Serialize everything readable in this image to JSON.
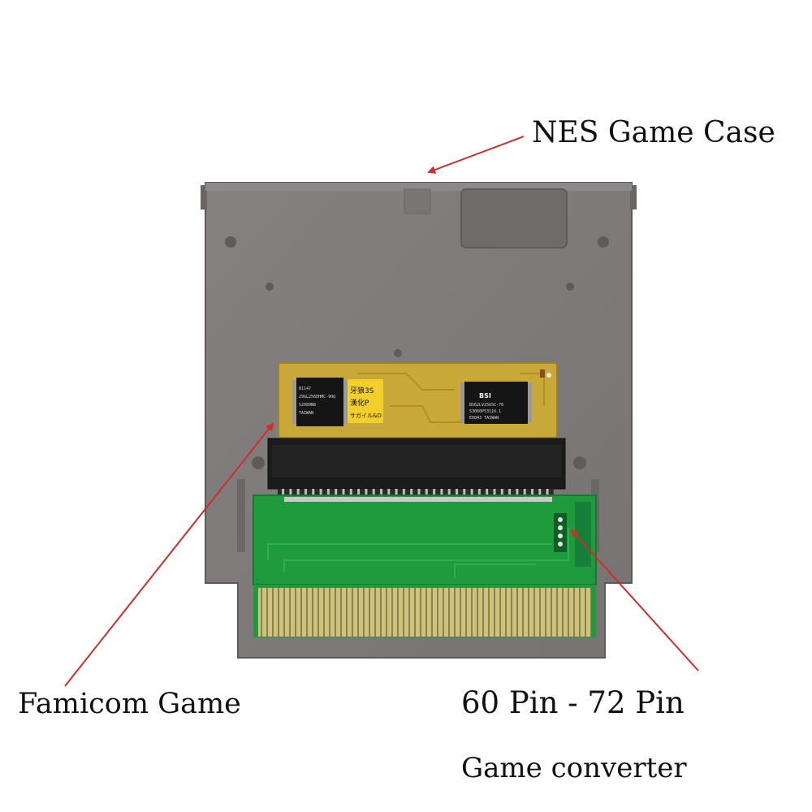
{
  "labels": {
    "nes_case": "NES Game Case",
    "famicom_game": "Famicom Game",
    "pin_conversion": "60 Pin - 72 Pin",
    "converter": "Game converter"
  },
  "chips": {
    "left_chip": [
      "B1147",
      "29GL256EHMC-90Q",
      "S2089N8",
      "TAIWAN"
    ],
    "label_sticker": [
      "牙狼3S",
      "漢化P",
      "サガイル&D"
    ],
    "right_chip_brand": "BSI",
    "right_chip_lines": [
      "BS62LV256SC-70",
      "S3060P53116.1",
      "E0043 TAIWAN"
    ]
  },
  "colors": {
    "case": "#7f7b7b",
    "case_dark": "#6d6969",
    "famicom_pcb": "#c9a83a",
    "adapter_pcb": "#1f9a3c",
    "connector": "#1b1b1b",
    "gold_contacts": "#c2b46a",
    "arrow": "#d42a2a"
  }
}
